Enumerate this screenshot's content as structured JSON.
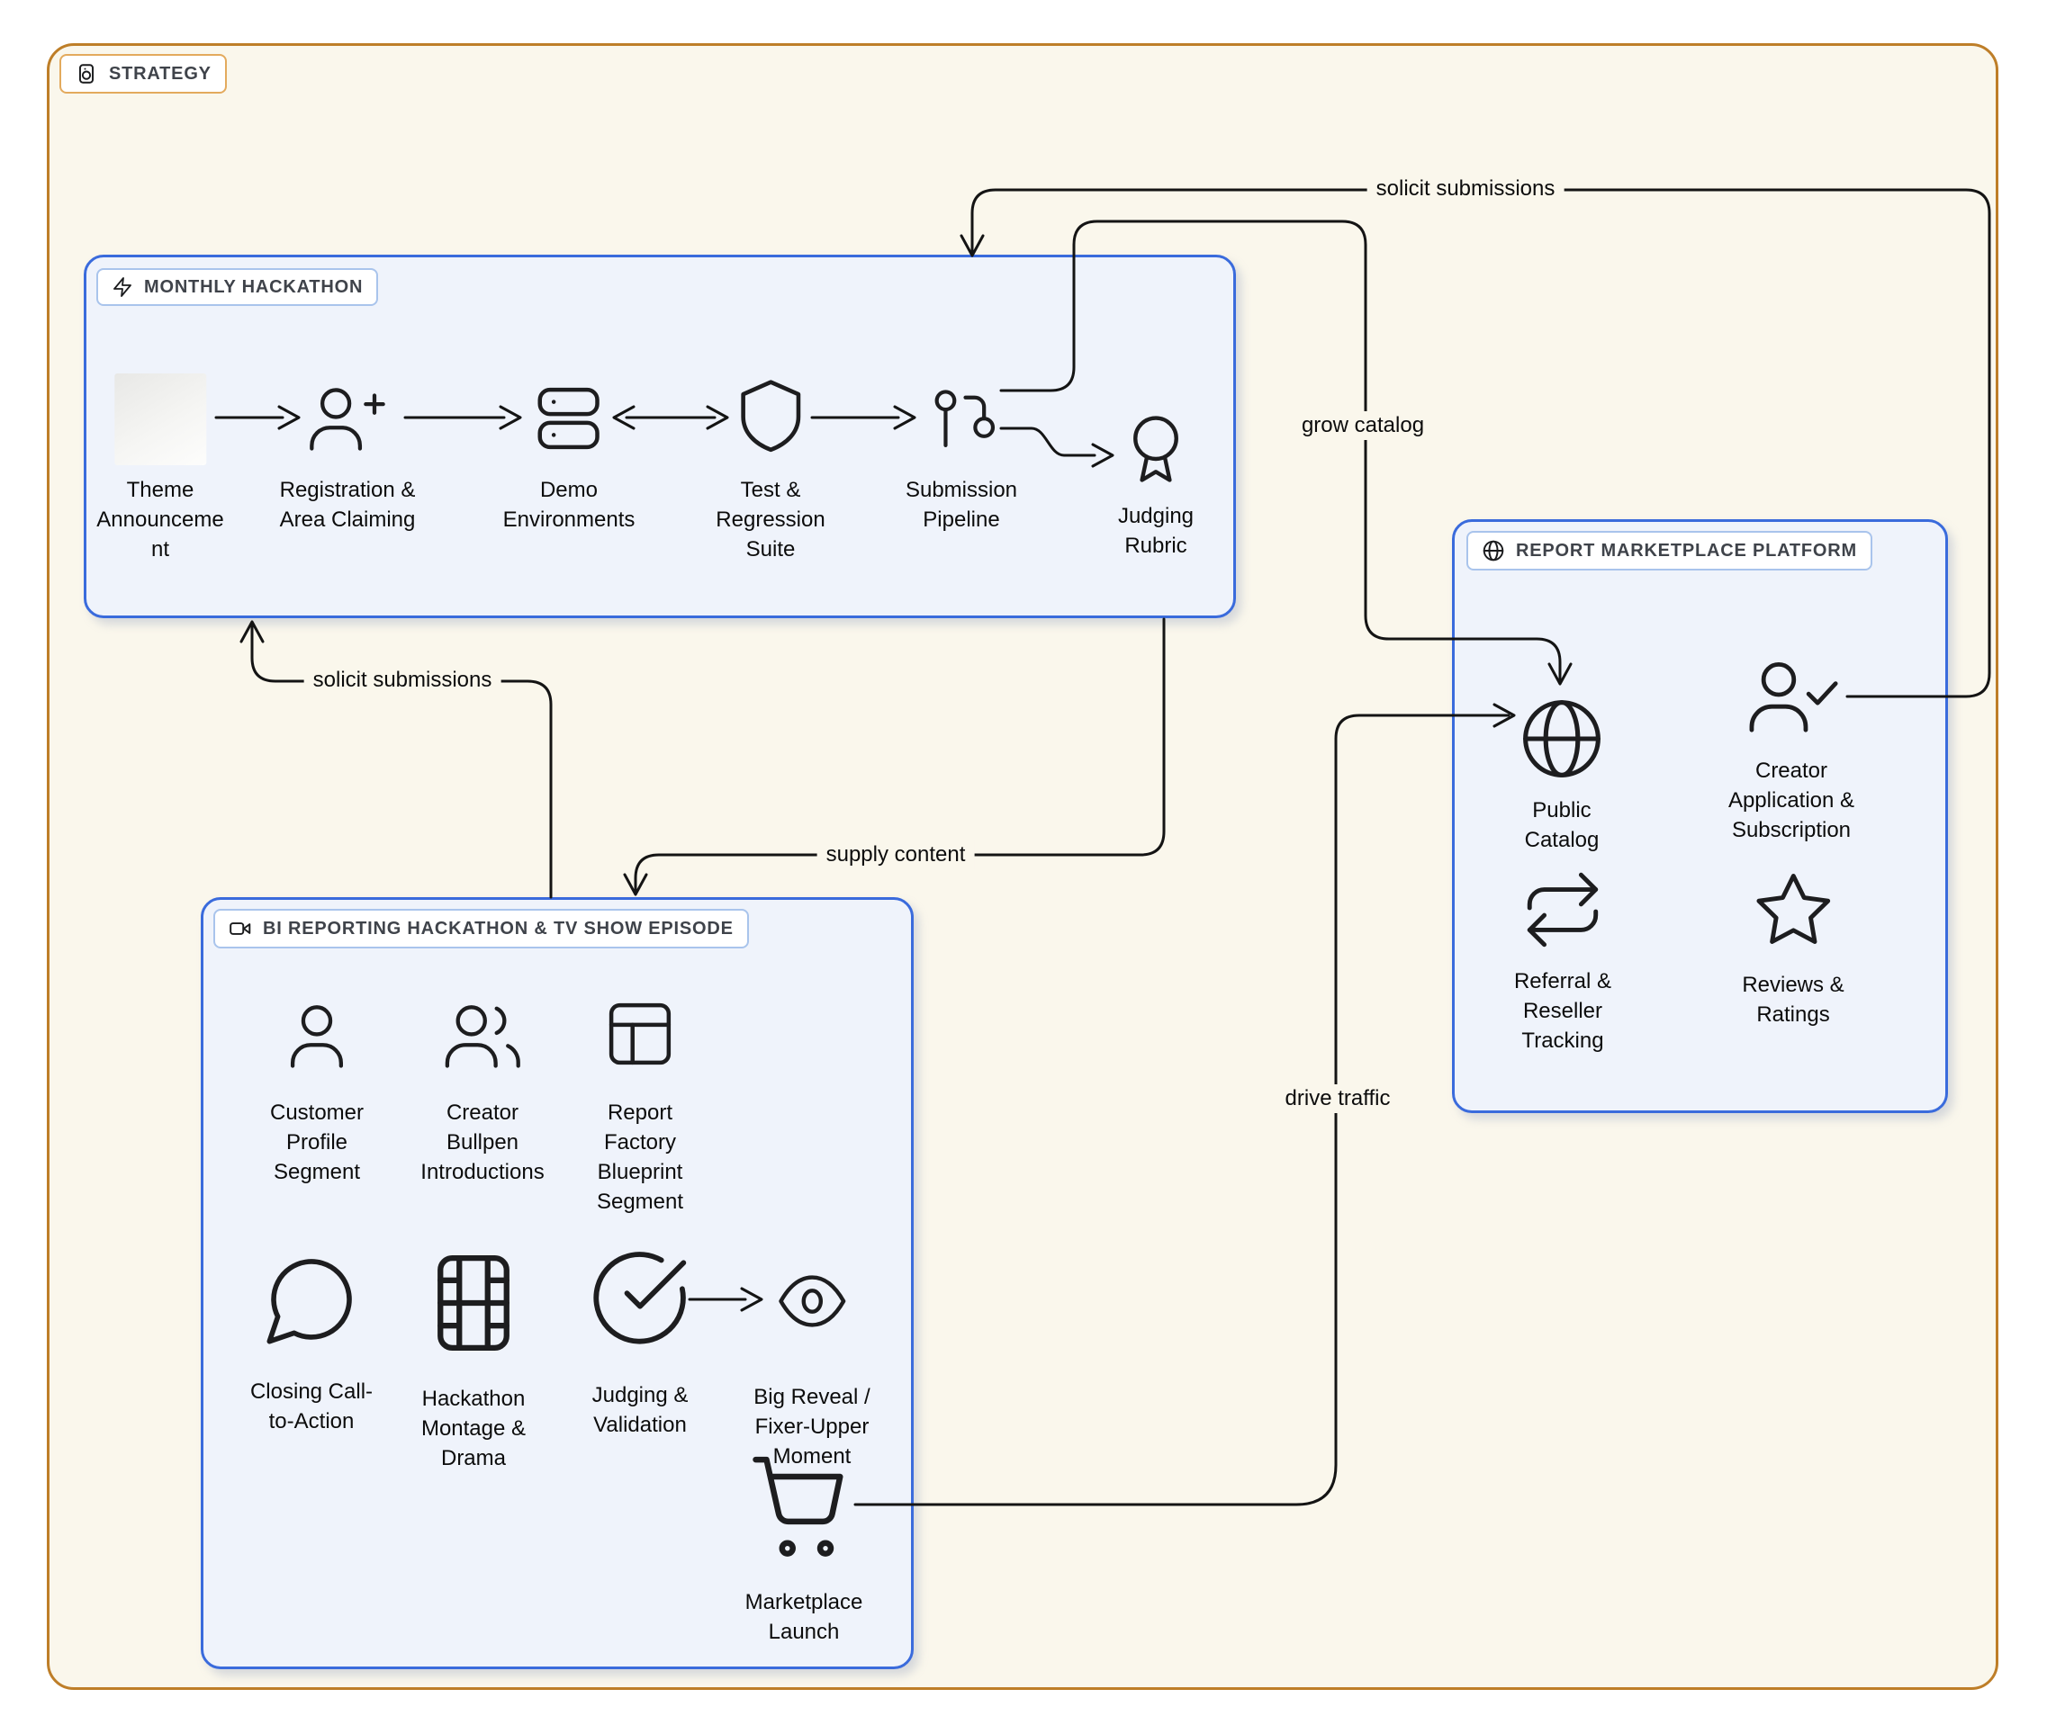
{
  "strategy": {
    "title": "STRATEGY",
    "icon": "frame-goal-icon"
  },
  "groups": {
    "hackathon": {
      "title": "MONTHLY HACKATHON",
      "icon": "zap-icon",
      "nodes": {
        "theme": {
          "label": "Theme\nAnnounceme\nnt",
          "icon": "blank-square-icon"
        },
        "registration": {
          "label": "Registration &\nArea Claiming",
          "icon": "user-plus-icon"
        },
        "demo": {
          "label": "Demo\nEnvironments",
          "icon": "server-stack-icon"
        },
        "test": {
          "label": "Test &\nRegression\nSuite",
          "icon": "shield-icon"
        },
        "pipeline": {
          "label": "Submission\nPipeline",
          "icon": "git-pipeline-icon"
        },
        "judging": {
          "label": "Judging\nRubric",
          "icon": "award-icon"
        }
      }
    },
    "marketplace": {
      "title": "REPORT MARKETPLACE PLATFORM",
      "icon": "globe-icon",
      "nodes": {
        "catalog": {
          "label": "Public\nCatalog",
          "icon": "globe-icon"
        },
        "creator": {
          "label": "Creator\nApplication &\nSubscription",
          "icon": "user-check-icon"
        },
        "referral": {
          "label": "Referral &\nReseller\nTracking",
          "icon": "repeat-icon"
        },
        "reviews": {
          "label": "Reviews &\nRatings",
          "icon": "star-icon"
        }
      }
    },
    "episode": {
      "title": "BI REPORTING HACKATHON & TV SHOW EPISODE",
      "icon": "video-camera-icon",
      "nodes": {
        "customer": {
          "label": "Customer\nProfile\nSegment",
          "icon": "user-icon"
        },
        "bullpen": {
          "label": "Creator\nBullpen\nIntroductions",
          "icon": "users-icon"
        },
        "blueprint": {
          "label": "Report\nFactory\nBlueprint\nSegment",
          "icon": "layout-panel-icon"
        },
        "closing": {
          "label": "Closing Call-\nto-Action",
          "icon": "speech-bubble-icon"
        },
        "montage": {
          "label": "Hackathon\nMontage &\nDrama",
          "icon": "film-icon"
        },
        "judging": {
          "label": "Judging &\nValidation",
          "icon": "circle-check-icon"
        },
        "reveal": {
          "label": "Big Reveal /\nFixer-Upper\nMoment",
          "icon": "eye-icon"
        },
        "launch": {
          "label": "Marketplace\nLaunch",
          "icon": "shopping-cart-icon"
        }
      }
    }
  },
  "connectors": {
    "solicit_top": {
      "label": "solicit submissions"
    },
    "grow_catalog": {
      "label": "grow catalog"
    },
    "solicit_left": {
      "label": "solicit submissions"
    },
    "supply_content": {
      "label": "supply content"
    },
    "drive_traffic": {
      "label": "drive traffic"
    }
  },
  "colors": {
    "frame_border": "#BE7E28",
    "frame_bg": "#FAF7EC",
    "group_border": "#3A6BDC",
    "group_bg": "#EFF3FB",
    "badge_border": "#A9C4EC",
    "line": "#141414",
    "text": "#0C0C0C"
  }
}
